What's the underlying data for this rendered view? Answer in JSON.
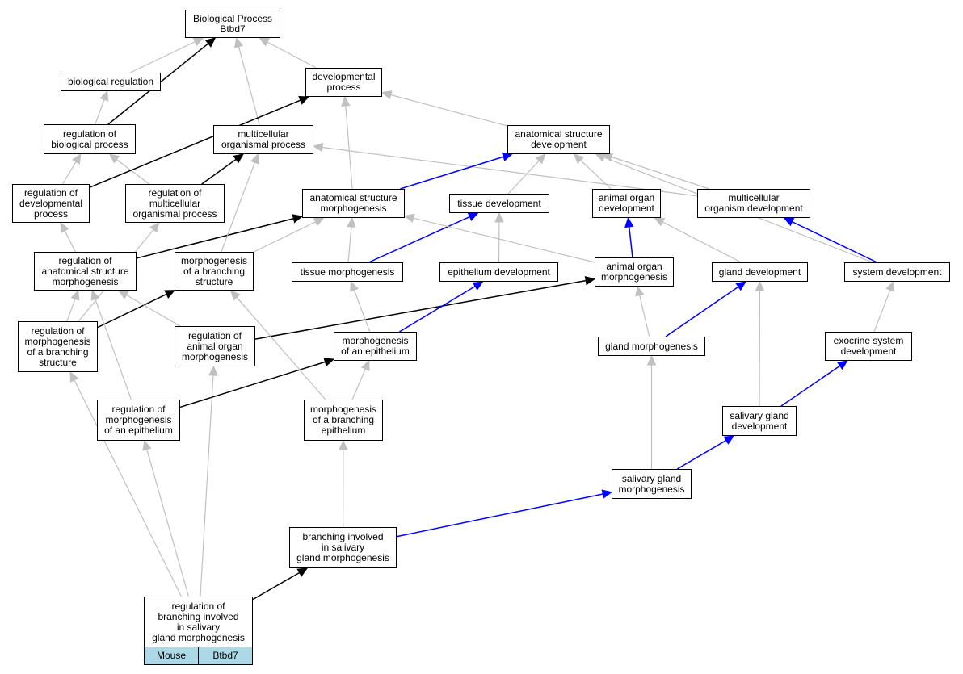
{
  "colors": {
    "gray": "#c0c0c0",
    "black": "#000000",
    "blue": "#0000ff",
    "species_fill": "#add8e6"
  },
  "nodes": {
    "bp": "Biological Process\nBtbd7",
    "bioreg": "biological regulation",
    "devproc": "developmental\nprocess",
    "regbp": "regulation of\nbiological process",
    "mop": "multicellular\norganismal process",
    "asd": "anatomical structure\ndevelopment",
    "regdev": "regulation of\ndevelopmental\nprocess",
    "regmop": "regulation of\nmulticellular\norganismal process",
    "asm": "anatomical structure\nmorphogenesis",
    "tisdev": "tissue development",
    "aodev": "animal organ\ndevelopment",
    "mod": "multicellular\norganism development",
    "regasm": "regulation of\nanatomical structure\nmorphogenesis",
    "mbs": "morphogenesis\nof a branching\nstructure",
    "tism": "tissue morphogenesis",
    "epidev": "epithelium development",
    "aom": "animal organ\nmorphogenesis",
    "glanddev": "gland development",
    "sysdev": "system development",
    "regmbs": "regulation of\nmorphogenesis\nof a branching\nstructure",
    "regaom": "regulation of\nanimal organ\nmorphogenesis",
    "moe": "morphogenesis\nof an epithelium",
    "glandm": "gland morphogenesis",
    "exsys": "exocrine system\ndevelopment",
    "regmoe": "regulation of\nmorphogenesis\nof an epithelium",
    "mbe": "morphogenesis\nof a branching\nepithelium",
    "sgd": "salivary gland\ndevelopment",
    "sgm": "salivary gland\nmorphogenesis",
    "bisgm": "branching involved\nin salivary\ngland morphogenesis",
    "root": "regulation of\nbranching involved\nin salivary\ngland morphogenesis"
  },
  "root_cells": {
    "species": "Mouse",
    "gene": "Btbd7"
  },
  "edges": [
    {
      "from": "bioreg",
      "to": "bp",
      "color": "gray"
    },
    {
      "from": "regbp",
      "to": "bp",
      "color": "black"
    },
    {
      "from": "mop",
      "to": "bp",
      "color": "gray"
    },
    {
      "from": "devproc",
      "to": "bp",
      "color": "gray"
    },
    {
      "from": "regbp",
      "to": "bioreg",
      "color": "gray"
    },
    {
      "from": "regdev",
      "to": "regbp",
      "color": "gray"
    },
    {
      "from": "regmop",
      "to": "regbp",
      "color": "gray"
    },
    {
      "from": "regdev",
      "to": "devproc",
      "color": "black"
    },
    {
      "from": "regmop",
      "to": "mop",
      "color": "black"
    },
    {
      "from": "asm",
      "to": "devproc",
      "color": "gray"
    },
    {
      "from": "asd",
      "to": "devproc",
      "color": "gray"
    },
    {
      "from": "mod",
      "to": "mop",
      "color": "gray"
    },
    {
      "from": "asm",
      "to": "asd",
      "color": "blue"
    },
    {
      "from": "tisdev",
      "to": "asd",
      "color": "gray"
    },
    {
      "from": "aodev",
      "to": "asd",
      "color": "gray"
    },
    {
      "from": "mod",
      "to": "asd",
      "color": "gray"
    },
    {
      "from": "sysdev",
      "to": "asd",
      "color": "gray"
    },
    {
      "from": "sysdev",
      "to": "mod",
      "color": "blue"
    },
    {
      "from": "regasm",
      "to": "regdev",
      "color": "gray"
    },
    {
      "from": "regasm",
      "to": "asm",
      "color": "black"
    },
    {
      "from": "mbs",
      "to": "asm",
      "color": "gray"
    },
    {
      "from": "mbs",
      "to": "mop",
      "color": "gray"
    },
    {
      "from": "tism",
      "to": "asm",
      "color": "gray"
    },
    {
      "from": "tism",
      "to": "tisdev",
      "color": "blue"
    },
    {
      "from": "epidev",
      "to": "tisdev",
      "color": "gray"
    },
    {
      "from": "aom",
      "to": "asm",
      "color": "gray"
    },
    {
      "from": "aom",
      "to": "aodev",
      "color": "blue"
    },
    {
      "from": "glanddev",
      "to": "aodev",
      "color": "gray"
    },
    {
      "from": "regmbs",
      "to": "regmop",
      "color": "gray"
    },
    {
      "from": "regmbs",
      "to": "regasm",
      "color": "gray"
    },
    {
      "from": "regmbs",
      "to": "mbs",
      "color": "black"
    },
    {
      "from": "regaom",
      "to": "regasm",
      "color": "gray"
    },
    {
      "from": "regaom",
      "to": "aom",
      "color": "black"
    },
    {
      "from": "moe",
      "to": "tism",
      "color": "gray"
    },
    {
      "from": "moe",
      "to": "epidev",
      "color": "blue"
    },
    {
      "from": "glandm",
      "to": "aom",
      "color": "gray"
    },
    {
      "from": "glandm",
      "to": "glanddev",
      "color": "blue"
    },
    {
      "from": "exsys",
      "to": "sysdev",
      "color": "gray"
    },
    {
      "from": "regmoe",
      "to": "regasm",
      "color": "gray"
    },
    {
      "from": "regmoe",
      "to": "moe",
      "color": "black"
    },
    {
      "from": "mbe",
      "to": "mbs",
      "color": "gray"
    },
    {
      "from": "mbe",
      "to": "moe",
      "color": "gray"
    },
    {
      "from": "sgd",
      "to": "glanddev",
      "color": "gray"
    },
    {
      "from": "sgd",
      "to": "exsys",
      "color": "blue"
    },
    {
      "from": "sgm",
      "to": "glandm",
      "color": "gray"
    },
    {
      "from": "sgm",
      "to": "sgd",
      "color": "blue"
    },
    {
      "from": "bisgm",
      "to": "mbe",
      "color": "gray"
    },
    {
      "from": "bisgm",
      "to": "sgm",
      "color": "blue"
    },
    {
      "from": "root",
      "to": "bisgm",
      "color": "black"
    },
    {
      "from": "root",
      "to": "regmoe",
      "color": "gray"
    },
    {
      "from": "root",
      "to": "regaom",
      "color": "gray"
    },
    {
      "from": "root",
      "to": "regmbs",
      "color": "gray"
    }
  ]
}
